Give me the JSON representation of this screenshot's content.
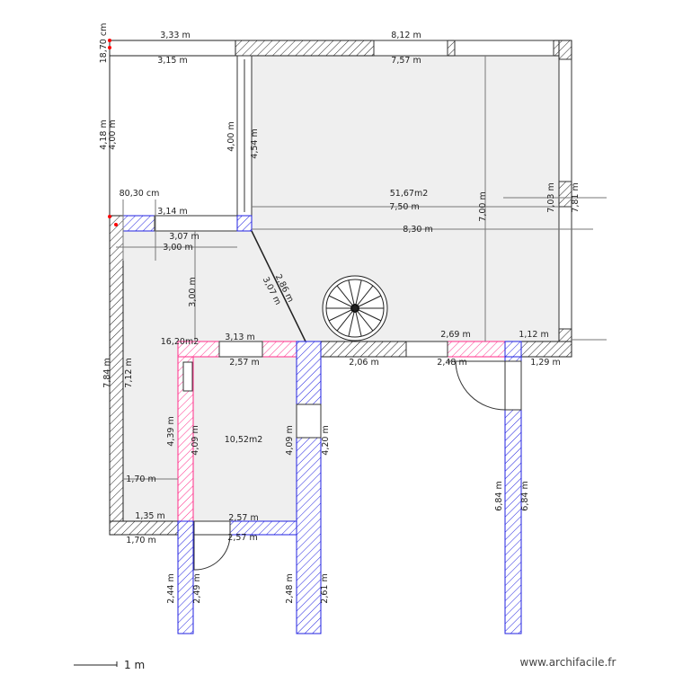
{
  "plan": {
    "colors": {
      "wall": "#222222",
      "wall_new": "#2020e0",
      "wall_demolish": "#ff2e8a",
      "floor": "#efefef"
    },
    "labels": [
      "18,70 cm",
      "3,33 m",
      "3,15 m",
      "4,18 m",
      "4,00 m",
      "4,00 m",
      "4,54 m",
      "80,30 cm",
      "3,14 m",
      "3,07 m",
      "3,00 m",
      "3,00 m",
      "2,86 m",
      "3,07 m",
      "8,12 m",
      "7,57 m",
      "51,67m2",
      "7,50 m",
      "8,30 m",
      "7,00 m",
      "7,03 m",
      "7,81 m",
      "2,69 m",
      "1,12 m",
      "2,06 m",
      "2,48 m",
      "1,29 m",
      "16,20m2",
      "3,13 m",
      "2,57 m",
      "7,84 m",
      "7,12 m",
      "4,39 m",
      "4,09 m",
      "10,52m2",
      "4,09 m",
      "4,20 m",
      "1,70 m",
      "1,35 m",
      "2,57 m",
      "1,70 m",
      "2,57 m",
      "2,44 m",
      "2,49 m",
      "2,48 m",
      "2,61 m",
      "6,84 m",
      "6,84 m"
    ],
    "scale_label": "1 m",
    "watermark": "www.archifacile.fr",
    "icons": [
      "spiral-staircase",
      "door-swing",
      "scale-bar"
    ]
  }
}
